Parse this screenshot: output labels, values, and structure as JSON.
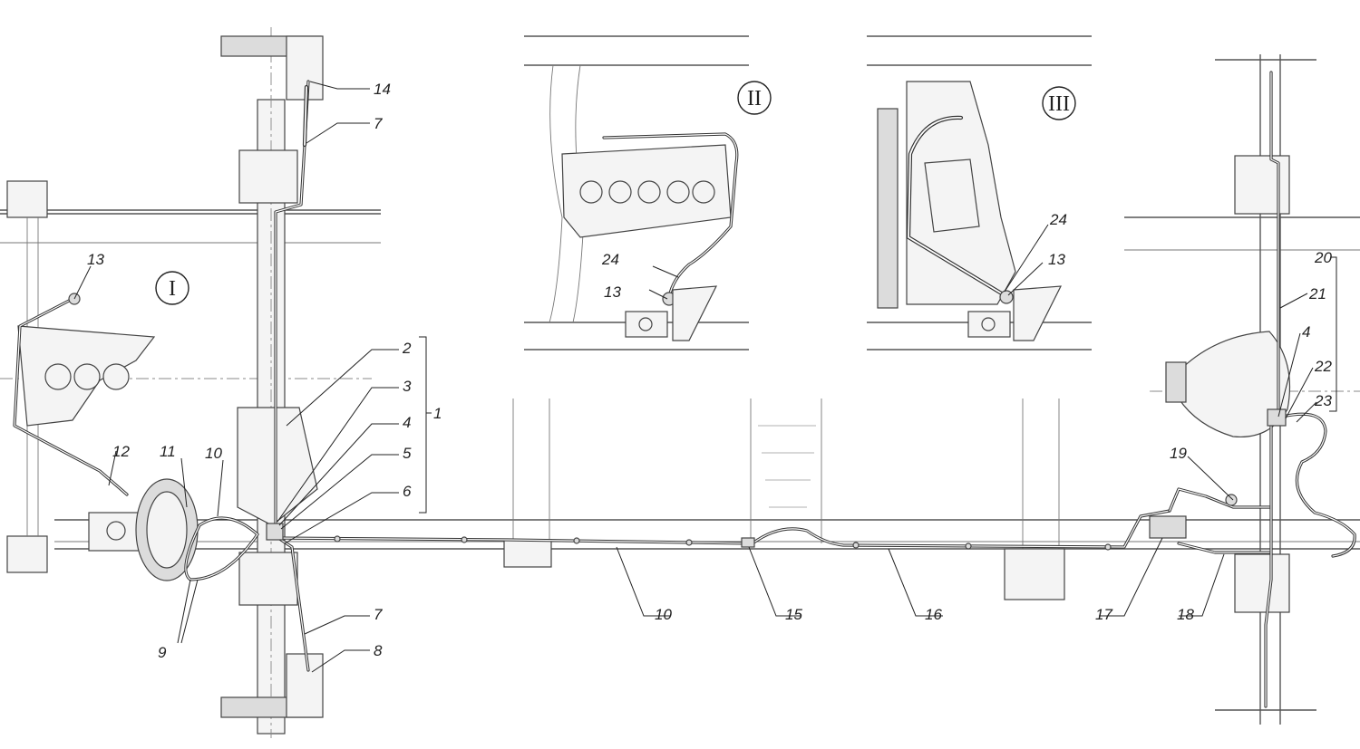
{
  "views": [
    {
      "id": "main",
      "roman": "I"
    },
    {
      "id": "inset-2",
      "roman": "II"
    },
    {
      "id": "inset-3",
      "roman": "III"
    }
  ],
  "callouts": [
    "1",
    "2",
    "3",
    "4",
    "5",
    "6",
    "7",
    "7",
    "8",
    "9",
    "10",
    "10",
    "11",
    "12",
    "13",
    "13",
    "13",
    "14",
    "15",
    "16",
    "17",
    "18",
    "19",
    "20",
    "21",
    "4",
    "22",
    "23",
    "24",
    "24"
  ],
  "labels": {
    "c1": "1",
    "c2": "2",
    "c3": "3",
    "c4": "4",
    "c5": "5",
    "c6": "6",
    "c7a": "7",
    "c7b": "7",
    "c8": "8",
    "c9": "9",
    "c10a": "10",
    "c10b": "10",
    "c11": "11",
    "c12": "12",
    "c13a": "13",
    "c13b": "13",
    "c13c": "13",
    "c14": "14",
    "c15": "15",
    "c16": "16",
    "c17": "17",
    "c18": "18",
    "c19": "19",
    "c20": "20",
    "c21": "21",
    "c4b": "4",
    "c22": "22",
    "c23": "23",
    "c24a": "24",
    "c24b": "24"
  },
  "roman": {
    "v1": "I",
    "v2": "II",
    "v3": "III"
  }
}
